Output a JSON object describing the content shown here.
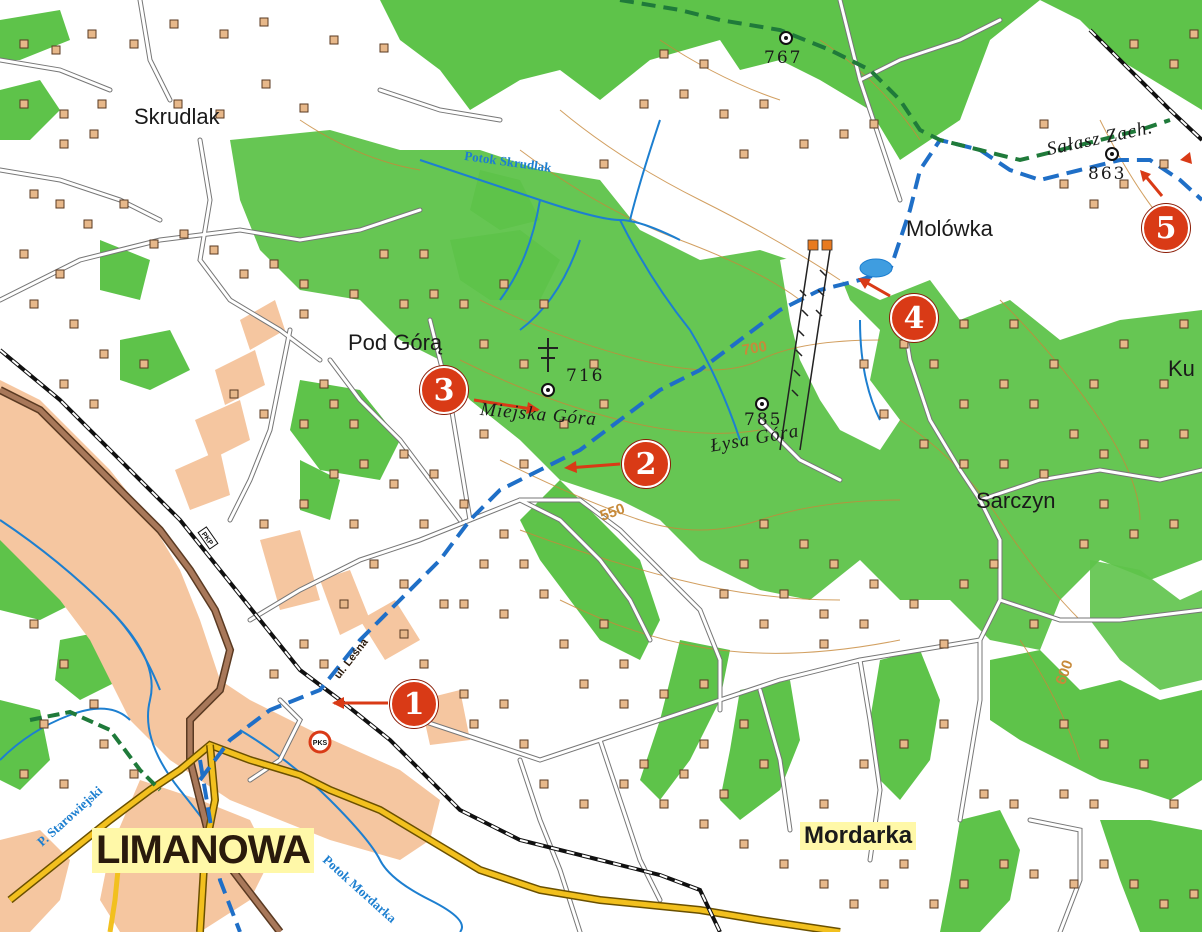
{
  "places": {
    "skrudlak": "Skrudlak",
    "pod_gora": "Pod Górą",
    "molowka": "Molówka",
    "sarczyn": "Sarczyn",
    "limanowa": "LIMANOWA",
    "mordarka": "Mordarka",
    "ku": "Ku"
  },
  "peaks": {
    "p767": "767",
    "p716": "716",
    "p785": "785",
    "p863": "863",
    "miejska_gora": "Miejska Góra",
    "lysa_gora": "Łysa Góra",
    "salasz_zach": "Sałasz Zach."
  },
  "streams": {
    "skrudlak": "Potok Skrudlak",
    "mordarka": "Potok Mordarka",
    "starowiejski": "P. Starowiejski"
  },
  "streets": {
    "lesna": "ul. Leśna",
    "pkp": "PKP",
    "pks": "PKS"
  },
  "contours": {
    "c700": "700",
    "c550": "550",
    "c600": "600"
  },
  "markers": [
    "1",
    "2",
    "3",
    "4",
    "5"
  ],
  "colors": {
    "forest": "#5ec34a",
    "road": "#ffffff",
    "main_road": "#f2c01e",
    "brown_road": "#9a6a48",
    "stream": "#1d7fd0",
    "trail_blue": "#1f6fc7",
    "trail_green": "#1f7a3a",
    "railway": "#222222",
    "marker": "#d93a16",
    "building": "#e7b88a",
    "urban": "#f5c6a0"
  }
}
